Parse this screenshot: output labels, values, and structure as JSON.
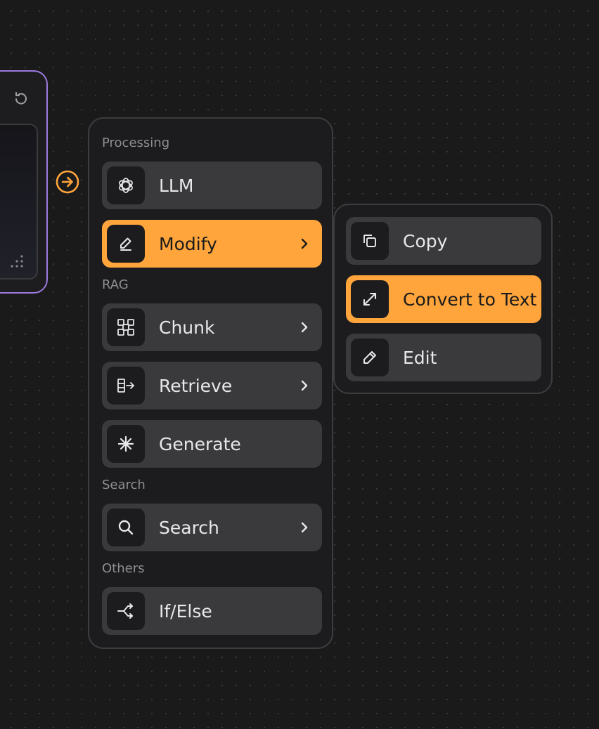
{
  "menu": {
    "sections": [
      {
        "label": "Processing"
      },
      {
        "label": "RAG"
      },
      {
        "label": "Search"
      },
      {
        "label": "Others"
      }
    ],
    "items": [
      {
        "label": "LLM",
        "icon": "openai-icon",
        "submenu": false,
        "active": false
      },
      {
        "label": "Modify",
        "icon": "pencil-icon",
        "submenu": true,
        "active": true
      },
      {
        "label": "Chunk",
        "icon": "chunk-grid-icon",
        "submenu": true,
        "active": false
      },
      {
        "label": "Retrieve",
        "icon": "retrieve-icon",
        "submenu": true,
        "active": false
      },
      {
        "label": "Generate",
        "icon": "sparkle-icon",
        "submenu": false,
        "active": false
      },
      {
        "label": "Search",
        "icon": "search-icon",
        "submenu": true,
        "active": false
      },
      {
        "label": "If/Else",
        "icon": "branch-icon",
        "submenu": false,
        "active": false
      }
    ]
  },
  "submenu": {
    "items": [
      {
        "label": "Copy",
        "icon": "copy-icon",
        "active": false
      },
      {
        "label": "Convert to Text",
        "icon": "expand-arrows-icon",
        "active": true
      },
      {
        "label": "Edit",
        "icon": "edit-pencil-icon",
        "active": false
      }
    ]
  },
  "colors": {
    "accent": "#ffa53b",
    "node_border": "#9c7ae0",
    "background": "#1a1a1b"
  }
}
